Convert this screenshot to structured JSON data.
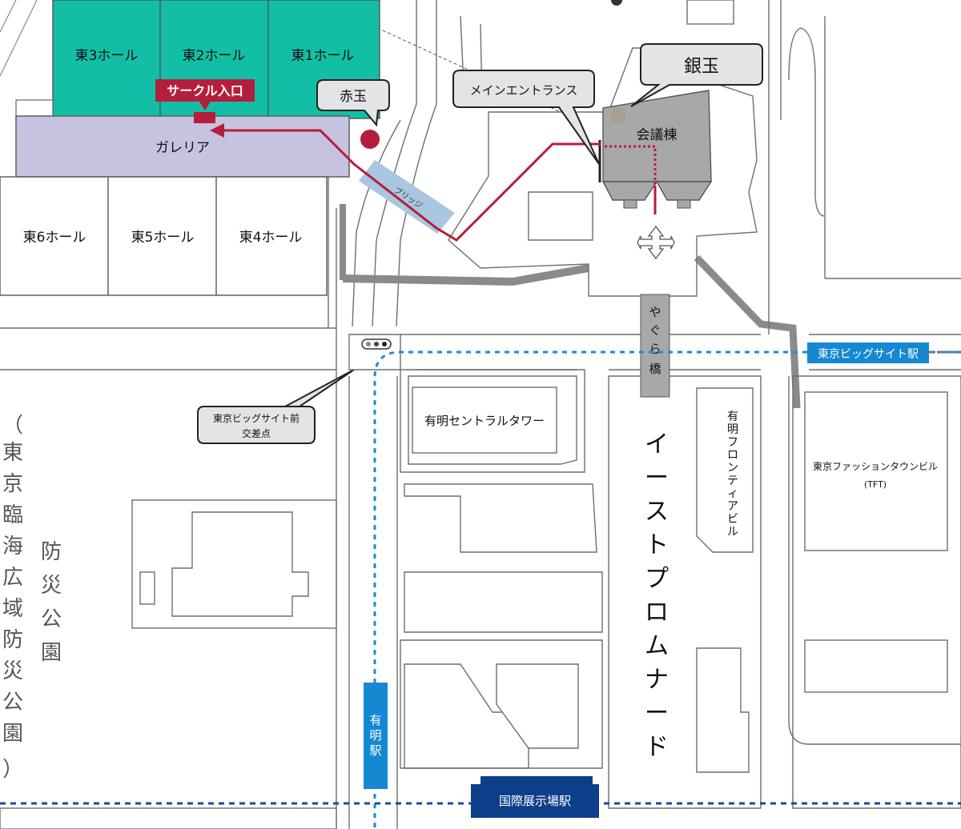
{
  "halls_top": [
    "東3ホール",
    "東2ホール",
    "東1ホール"
  ],
  "halls_bottom": [
    "東6ホール",
    "東5ホール",
    "東4ホール"
  ],
  "galleria": "ガレリア",
  "circle_entrance": "サークル入口",
  "bridge": "ブリッジ",
  "akadama": "赤玉",
  "gindama": "銀玉",
  "main_entrance": "メインエントランス",
  "conference": "会議棟",
  "yagura_bridge": [
    "や",
    "ぐ",
    "ら",
    "橋"
  ],
  "central_tower": "有明セントラルタワー",
  "frontier_building": [
    "有",
    "明",
    "フ",
    "ロ",
    "ン",
    "テ",
    "ィ",
    "ア",
    "ビ",
    "ル"
  ],
  "tft_name": "東京ファッションタウンビル",
  "tft_abbr": "(TFT)",
  "intersection_line1": "東京ビッグサイト前",
  "intersection_line2": "交差点",
  "promenade": [
    "イ",
    "ー",
    "ス",
    "ト",
    "プ",
    "ロ",
    "ム",
    "ナ",
    "ー",
    "ド"
  ],
  "park_left": [
    "（",
    "東",
    "京",
    "臨",
    "海",
    "広",
    "域",
    "防",
    "災",
    "公",
    "園",
    "）"
  ],
  "park_right": [
    "防",
    "災",
    "公",
    "園"
  ],
  "station_bigsight": "東京ビッグサイト駅",
  "station_ariake": [
    "有",
    "明",
    "駅"
  ],
  "station_kokusai": "国際展示場駅",
  "colors": {
    "hall_green": "#12bfa6",
    "galleria_lavender": "#c5c3e0",
    "route_red": "#b41e3c",
    "bridge_blue": "#aac6e0",
    "conference_gray": "#a8a8a8",
    "station_blue": "#1688d2",
    "kokusai_navy": "#0d3e8a",
    "rinkai_line_navy": "#1c4994",
    "yurikamome_line_blue": "#1a8ad6"
  }
}
